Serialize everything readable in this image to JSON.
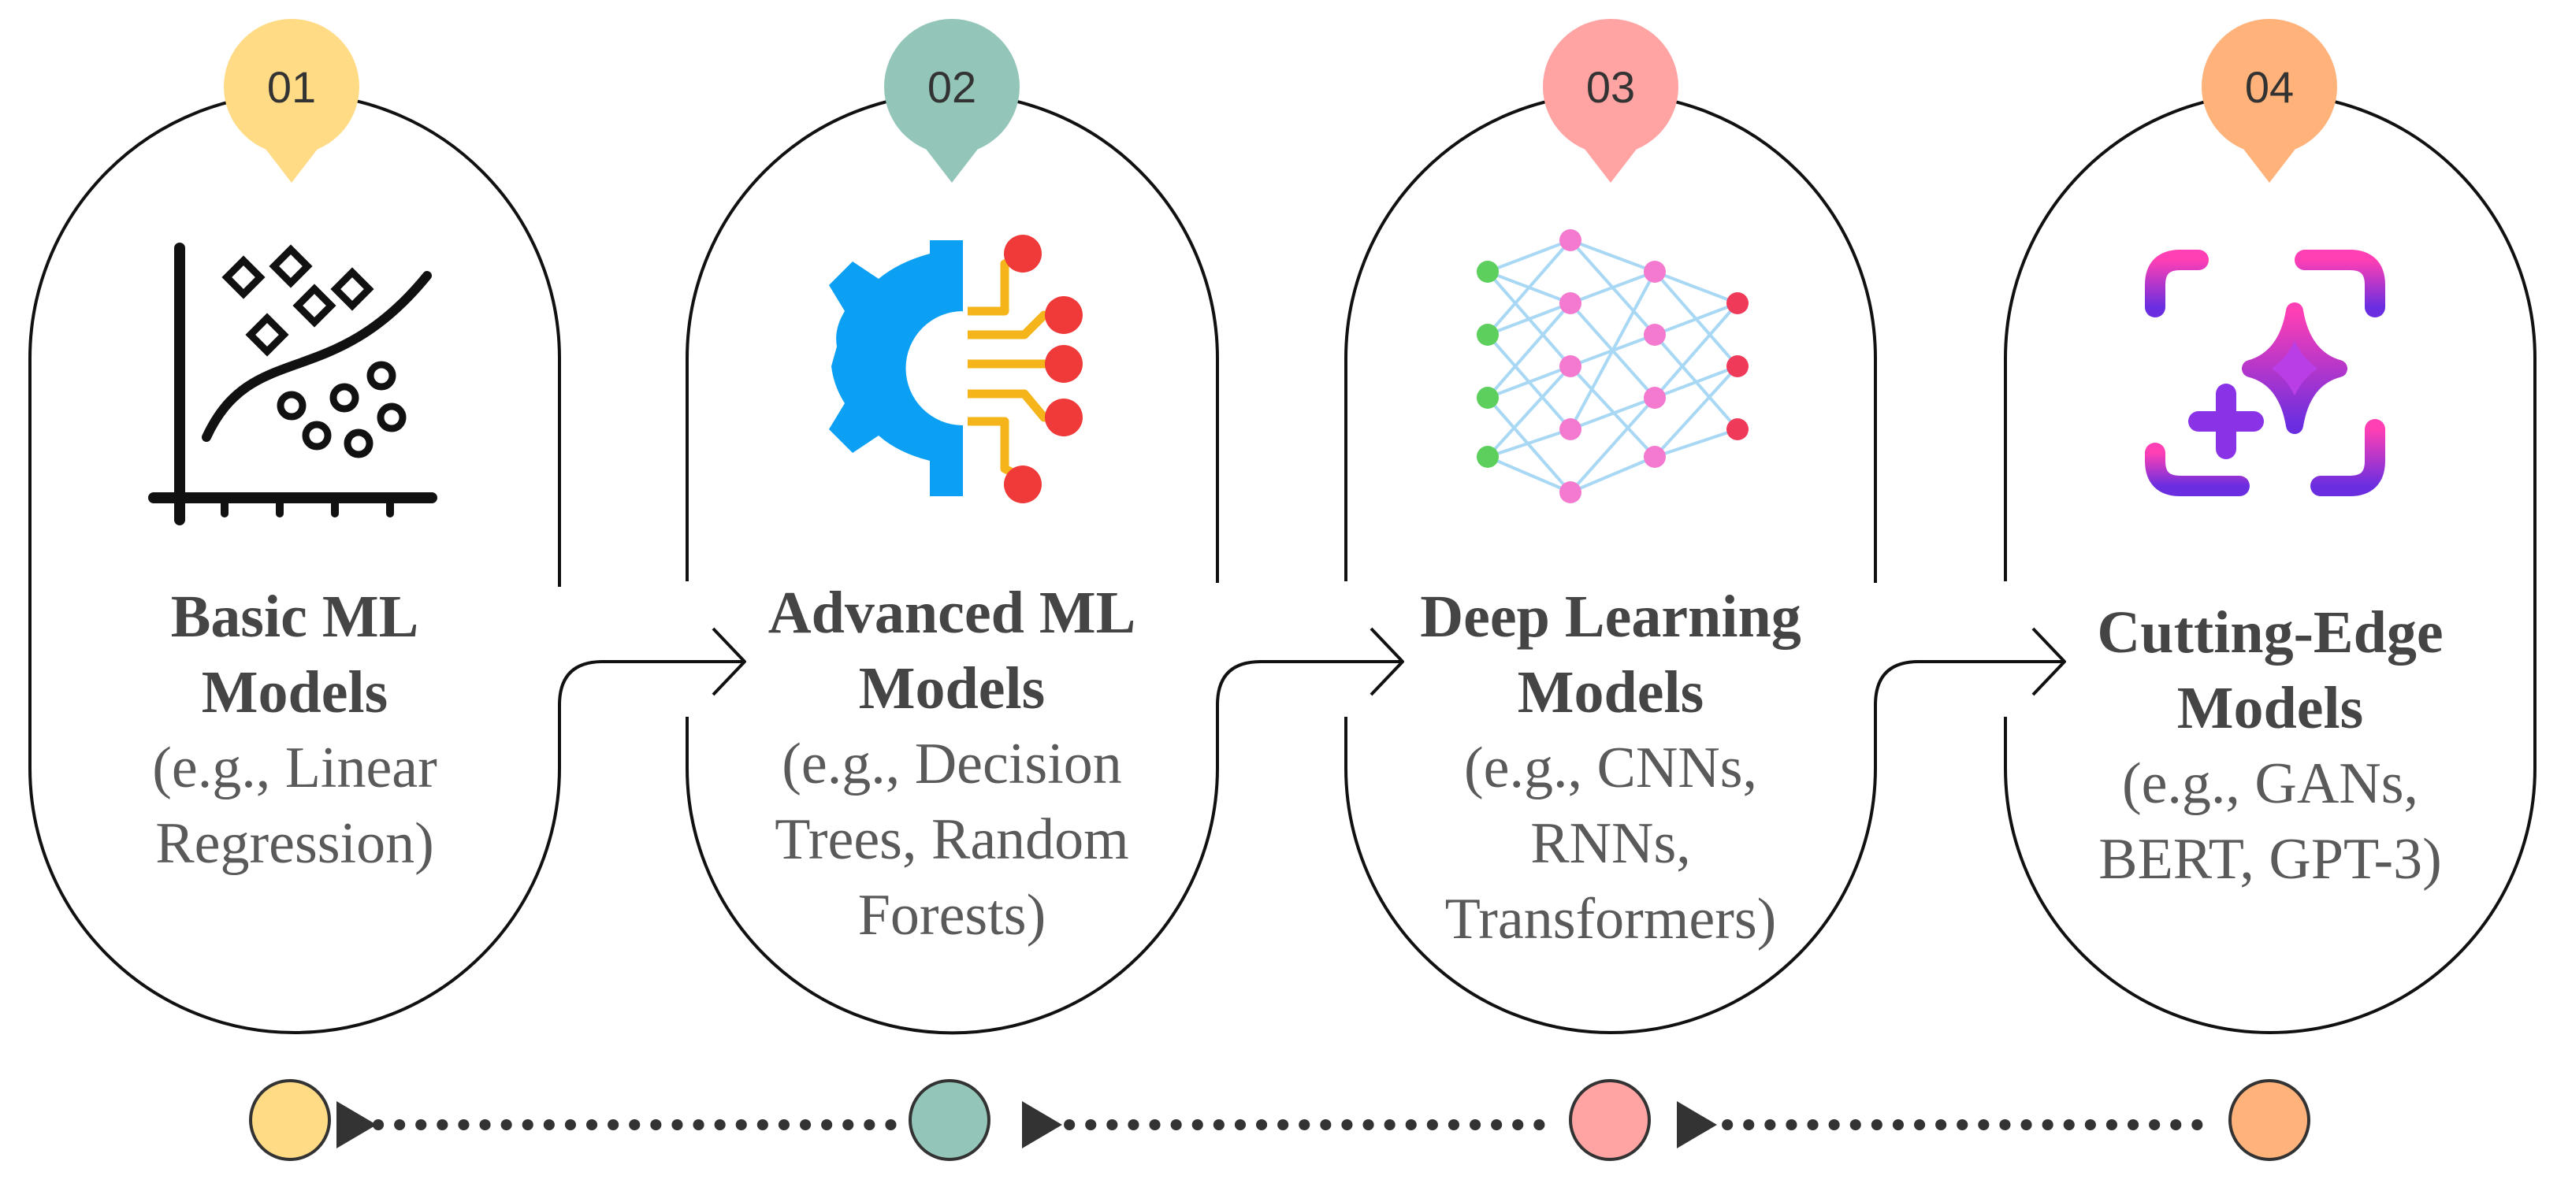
{
  "stages": [
    {
      "number": "01",
      "title_line1": "Basic ML",
      "title_line2": "Models",
      "example_line1": "(e.g., Linear",
      "example_line2": "Regression)",
      "example_line3": "",
      "color": "#FFDB86",
      "icon": "scatter-plot-icon"
    },
    {
      "number": "02",
      "title_line1": "Advanced ML",
      "title_line2": "Models",
      "example_line1": "(e.g., Decision",
      "example_line2": "Trees, Random",
      "example_line3": "Forests)",
      "color": "#93C6B9",
      "icon": "gear-circuit-icon"
    },
    {
      "number": "03",
      "title_line1": "Deep Learning",
      "title_line2": "Models",
      "example_line1": "(e.g., CNNs,",
      "example_line2": "RNNs,",
      "example_line3": "Transformers)",
      "color": "#FFA3A3",
      "icon": "neural-network-icon"
    },
    {
      "number": "04",
      "title_line1": "Cutting-Edge",
      "title_line2": "Models",
      "example_line1": "(e.g., GANs,",
      "example_line2": "BERT, GPT-3)",
      "example_line3": "",
      "color": "#FFB27A",
      "icon": "ai-sparkle-icon"
    }
  ]
}
